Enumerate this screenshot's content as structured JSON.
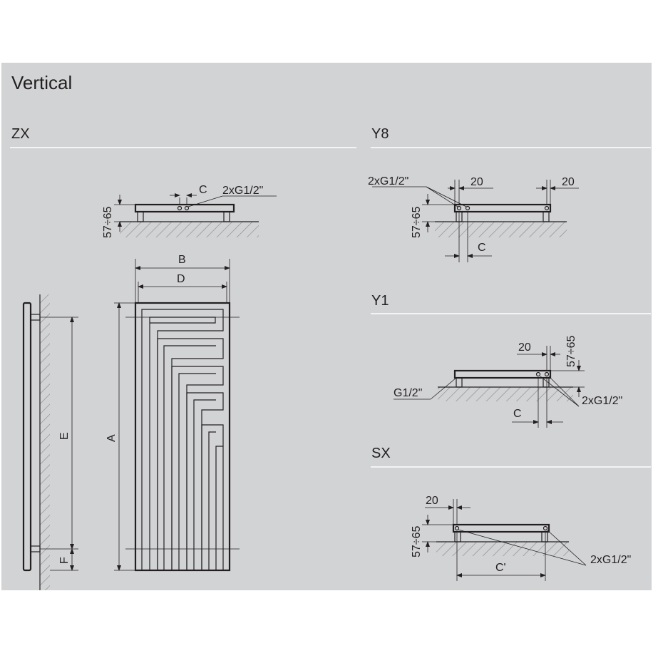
{
  "title": "Vertical",
  "sections": {
    "zx": "ZX",
    "y8": "Y8",
    "y1": "Y1",
    "sx": "SX"
  },
  "labels": {
    "c": "C",
    "c_prime": "C'",
    "conn_2x": "2xG1/2\"",
    "conn_1x": "G1/2\"",
    "d20": "20",
    "height": "57÷65",
    "a": "A",
    "b": "B",
    "d": "D",
    "e": "E",
    "f": "F"
  }
}
